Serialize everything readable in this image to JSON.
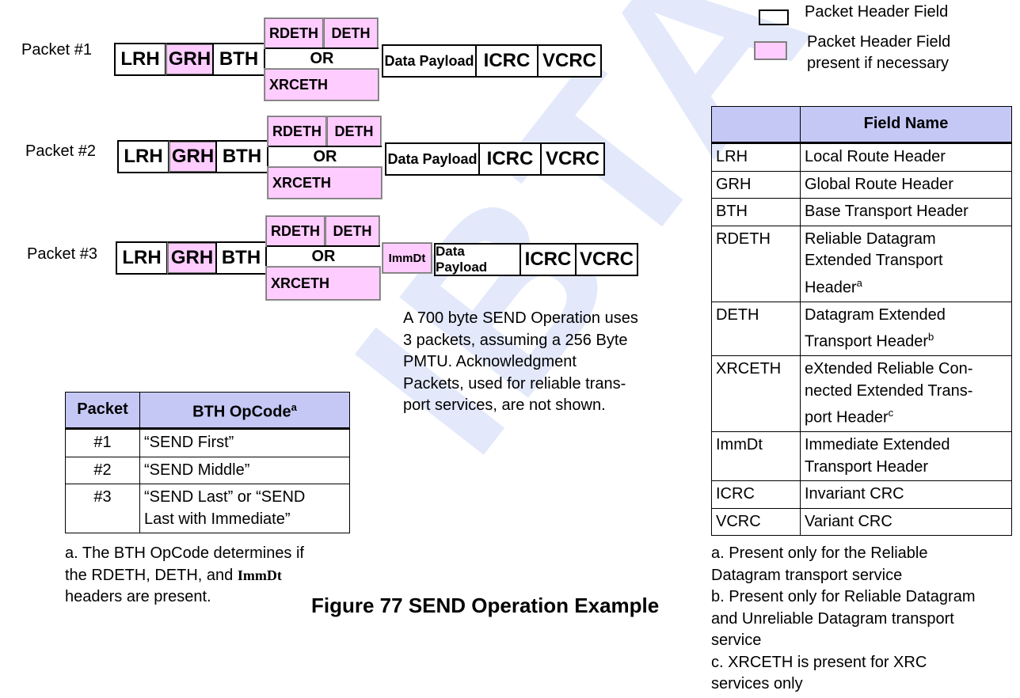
{
  "legend": {
    "plain_label": "Packet Header Field",
    "pink_label_line1": "Packet Header Field",
    "pink_label_line2": "present if necessary"
  },
  "packets": [
    {
      "label": "Packet #1",
      "lrh": "LRH",
      "grh": "GRH",
      "bth": "BTH",
      "rdeth": "RDETH",
      "deth": "DETH",
      "or": "OR",
      "xrceth": "XRCETH",
      "payload": "Data Payload",
      "icrc": "ICRC",
      "vcrc": "VCRC"
    },
    {
      "label": "Packet #2",
      "lrh": "LRH",
      "grh": "GRH",
      "bth": "BTH",
      "rdeth": "RDETH",
      "deth": "DETH",
      "or": "OR",
      "xrceth": "XRCETH",
      "payload": "Data Payload",
      "icrc": "ICRC",
      "vcrc": "VCRC"
    },
    {
      "label": "Packet #3",
      "lrh": "LRH",
      "grh": "GRH",
      "bth": "BTH",
      "rdeth": "RDETH",
      "deth": "DETH",
      "or": "OR",
      "xrceth": "XRCETH",
      "immdt": "ImmDt",
      "payload": "Data Payload",
      "icrc": "ICRC",
      "vcrc": "VCRC"
    }
  ],
  "description": {
    "line1": "A 700 byte SEND Operation uses",
    "line2": "3 packets, assuming a 256 Byte",
    "line3": "PMTU. Acknowledgment",
    "line4": "Packets, used for reliable trans-",
    "line5": "port services, are not shown."
  },
  "opcode_table": {
    "header_packet": "Packet",
    "header_opcode": "BTH OpCode",
    "header_opcode_sup": "a",
    "rows": [
      {
        "packet": "#1",
        "opcode_line1": "“SEND First”",
        "opcode_line2": ""
      },
      {
        "packet": "#2",
        "opcode_line1": "“SEND Middle”",
        "opcode_line2": ""
      },
      {
        "packet": "#3",
        "opcode_line1": "“SEND Last” or “SEND",
        "opcode_line2": "Last with Immediate”"
      }
    ],
    "footnote_line1": "a. The BTH OpCode determines if",
    "footnote_line2_pre": "the RDETH, DETH, and ",
    "footnote_line2_code": "ImmDt",
    "footnote_line3": "headers are present."
  },
  "caption": "Figure 77 SEND Operation Example",
  "field_table": {
    "header_field_name": "Field Name",
    "rows": [
      {
        "abbr": "LRH",
        "name_lines": [
          "Local Route Header"
        ],
        "sup": ""
      },
      {
        "abbr": "GRH",
        "name_lines": [
          "Global Route Header"
        ],
        "sup": ""
      },
      {
        "abbr": "BTH",
        "name_lines": [
          "Base Transport Header"
        ],
        "sup": ""
      },
      {
        "abbr": "RDETH",
        "name_lines": [
          "Reliable Datagram",
          "Extended Transport",
          "Header"
        ],
        "sup": "a"
      },
      {
        "abbr": "DETH",
        "name_lines": [
          "Datagram Extended",
          "Transport Header"
        ],
        "sup": "b"
      },
      {
        "abbr": "XRCETH",
        "name_lines": [
          "eXtended Reliable Con-",
          "nected Extended Trans-",
          "port Header"
        ],
        "sup": "c"
      },
      {
        "abbr": "ImmDt",
        "name_lines": [
          "Immediate Extended",
          "Transport Header"
        ],
        "sup": ""
      },
      {
        "abbr": "ICRC",
        "name_lines": [
          "Invariant CRC"
        ],
        "sup": ""
      },
      {
        "abbr": "VCRC",
        "name_lines": [
          "Variant CRC"
        ],
        "sup": ""
      }
    ],
    "footnotes": [
      "a. Present only for the Reliable",
      "Datagram transport service",
      "b. Present only for Reliable Datagram",
      "and Unreliable Datagram transport",
      "service",
      "c. XRCETH is present for XRC",
      "services only"
    ]
  },
  "watermark": "IBTA",
  "colors": {
    "pink": "#ffccff",
    "table_header": "#c5c8f5",
    "watermark": "#e3e9fb"
  }
}
